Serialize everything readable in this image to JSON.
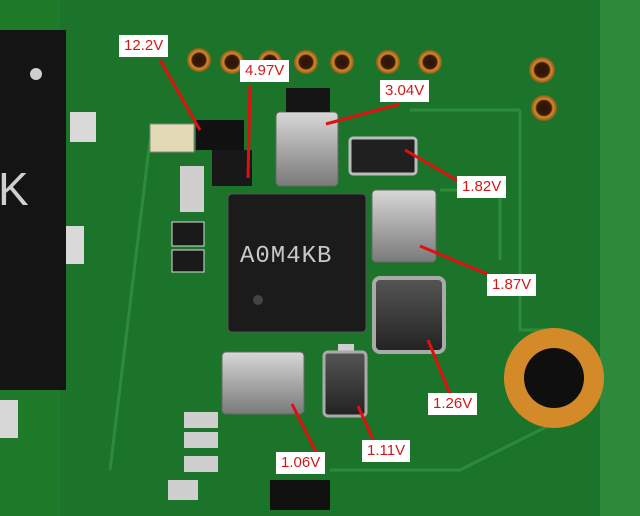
{
  "chip": {
    "marking": "A0M4KB"
  },
  "edge_glyph": "K",
  "labels": {
    "v12_2": "12.2V",
    "v4_97": "4.97V",
    "v3_04": "3.04V",
    "v1_82": "1.82V",
    "v1_87": "1.87V",
    "v1_26": "1.26V",
    "v1_11": "1.11V",
    "v1_06": "1.06V"
  },
  "colors": {
    "pcb": "#1f7a2a",
    "label_bg": "#ffffff",
    "label_text": "#d01818",
    "leader_line": "#e01010",
    "pad_gold": "#d58a2a",
    "chip_body": "#1b1b1b"
  }
}
